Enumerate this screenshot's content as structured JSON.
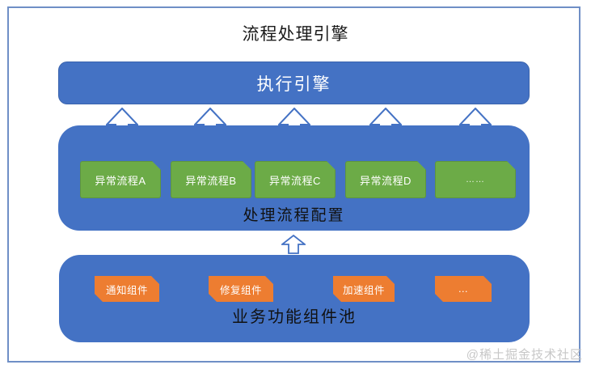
{
  "title": "流程处理引擎",
  "execution_engine": {
    "label": "执行引擎"
  },
  "process_config": {
    "label": "处理流程配置",
    "items": [
      {
        "label": "异常流程A"
      },
      {
        "label": "异常流程B"
      },
      {
        "label": "异常流程C"
      },
      {
        "label": "异常流程D"
      },
      {
        "label": "……"
      }
    ]
  },
  "component_pool": {
    "label": "业务功能组件池",
    "items": [
      {
        "label": "通知组件"
      },
      {
        "label": "修复组件"
      },
      {
        "label": "加速组件"
      },
      {
        "label": "…"
      }
    ]
  },
  "arrows": {
    "up_arrow_count": 5,
    "small_up_arrow_count": 1
  },
  "watermark": "@稀土掘金技术社区",
  "colors": {
    "container_blue": "#4472C4",
    "process_green": "#6CAB47",
    "component_orange": "#ED7D31",
    "arrow_fill": "#FFFFFF",
    "arrow_stroke": "#4472C4",
    "frame_border": "#6F8FC6",
    "title_text": "#1B1B1B",
    "watermark_gray": "#C7C7C7"
  }
}
